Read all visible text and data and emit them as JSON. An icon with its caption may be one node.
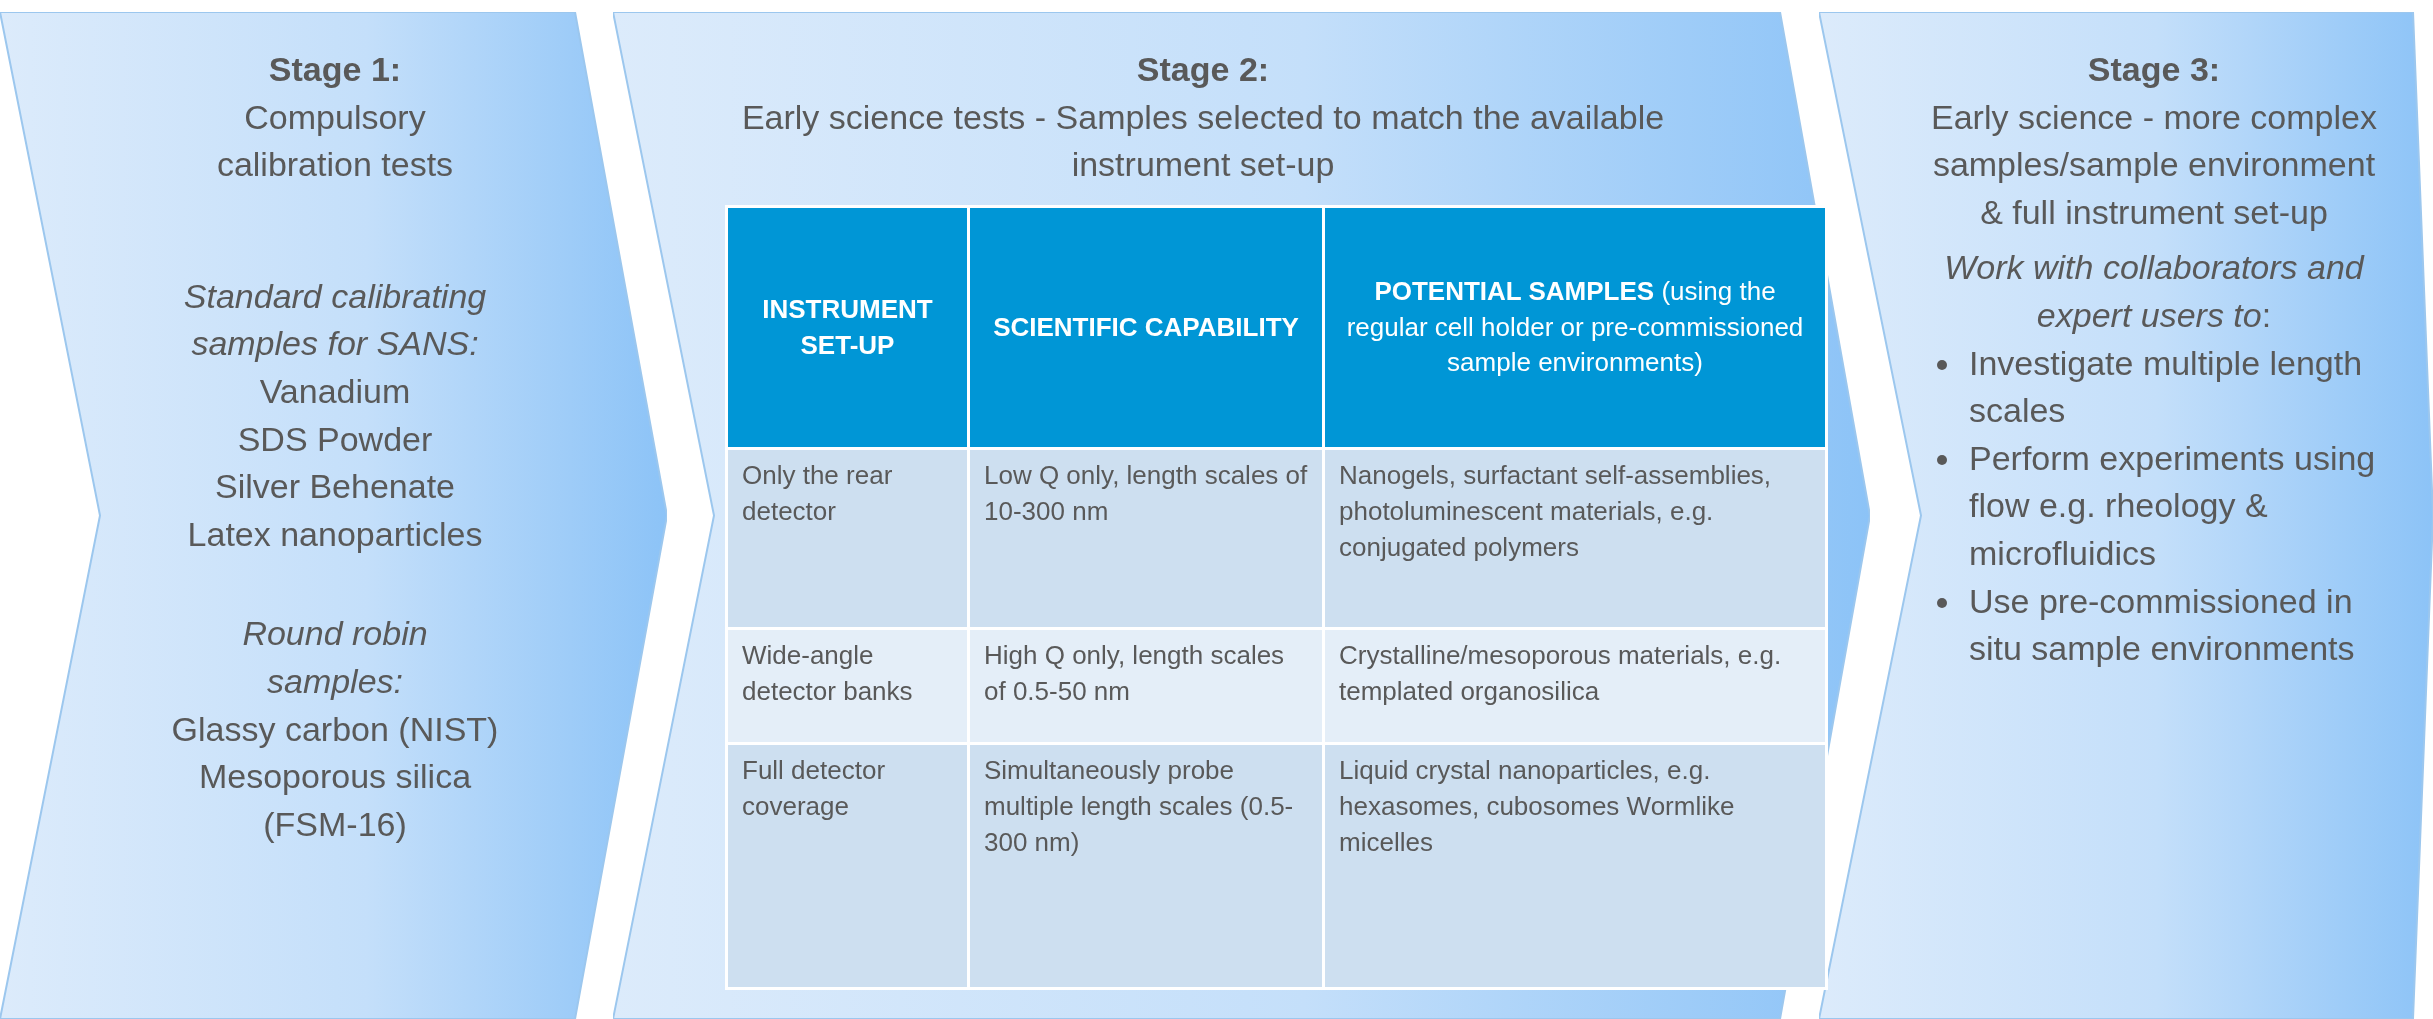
{
  "diagram": {
    "nodes": [
      {
        "text": [
          "Stage 1:",
          "Compulsory calibration tests",
          "Standard calibrating samples for SANS:",
          "Vanadium",
          "SDS Powder",
          "Silver Behenate",
          "Latex nanoparticles",
          "Round robin samples:",
          "Glassy carbon (NIST)",
          "Mesoporous silica (FSM-16)"
        ]
      },
      {
        "text": [
          "Stage 2:",
          "Early science tests - Samples selected to match the available instrument set-up"
        ]
      },
      {
        "text": [
          "Stage 3:",
          "Early science - more complex samples/sample environment & full instrument set-up",
          "*Work with collaborators and expert users to*:",
          "Investigate multiple length scales",
          "Perform experiments using flow e.g. rheology & microfluidics",
          "Use pre-commissioned in situ sample environments"
        ]
      }
    ],
    "edges": [],
    "labels": [
      "INSTRUMENT SET-UP",
      "SCIENTIFIC CAPABILITY",
      "**POTENTIAL SAMPLES** (using the regular cell holder or pre-commissioned sample environments)",
      "Only the rear detector",
      "Low Q only, length scales of 10-300 nm",
      "Nanogels, surfactant self-assemblies, photoluminescent materials, e.g. conjugated polymers",
      "Wide-angle detector banks",
      "High Q only, length scales of 0.5-50 nm",
      "Crystalline/mesoporous materials, e.g. templated organosilica",
      "Full detector coverage",
      "Simultaneously probe multiple length scales (0.5-300 nm)",
      "Liquid crystal nanoparticles, e.g. hexasomes, cubosomes Wormlike micelles"
    ]
  }
}
